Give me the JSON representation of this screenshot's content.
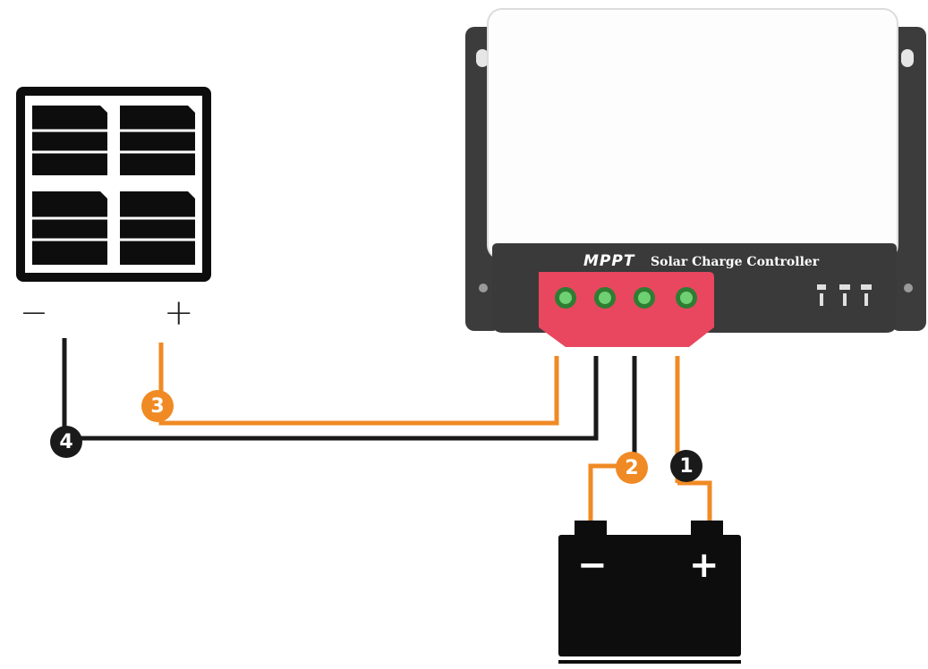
{
  "solar_panel": {
    "negative_label": "−",
    "positive_label": "+"
  },
  "controller": {
    "brand": "MPPT",
    "title": "Solar Charge Controller"
  },
  "battery": {
    "negative_label": "−",
    "positive_label": "+"
  },
  "steps": [
    {
      "number": "1",
      "color": "#1a1a1a"
    },
    {
      "number": "2",
      "color": "#f08a24"
    },
    {
      "number": "3",
      "color": "#f08a24"
    },
    {
      "number": "4",
      "color": "#1a1a1a"
    }
  ],
  "colors": {
    "positive_wire": "#f08a24",
    "negative_wire": "#1a1a1a",
    "controller_body": "#fdfdfd",
    "controller_panel": "#3a3a3a",
    "terminal_block": "#e8475f",
    "terminal_led": "#4caf50"
  },
  "icons": [
    "solar-panel-icon",
    "battery-icon",
    "solar-charge-controller",
    "status-indicator-icons"
  ]
}
